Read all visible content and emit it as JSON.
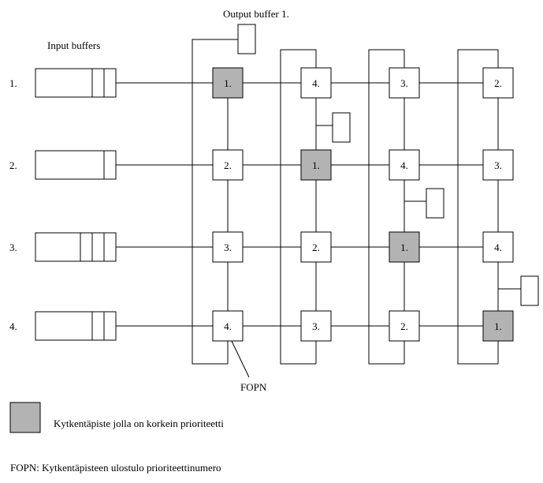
{
  "labels": {
    "output_buffer": "Output buffer 1.",
    "input_buffers": "Input buffers",
    "fopn": "FOPN",
    "legend_highlight": "Kytkentäpiste jolla on korkein prioriteetti",
    "legend_fopn": "FOPN: Kytkentäpisteen ulostulo prioriteettinumero"
  },
  "colors": {
    "highlight": "#b3b3b3",
    "line": "#000000",
    "background": "#ffffff"
  },
  "rows": [
    {
      "label": "1.",
      "buffer_slots": 2
    },
    {
      "label": "2.",
      "buffer_slots": 1
    },
    {
      "label": "3.",
      "buffer_slots": 3
    },
    {
      "label": "4.",
      "buffer_slots": 2
    }
  ],
  "grid": [
    [
      {
        "value": "1.",
        "highlight": true
      },
      {
        "value": "4.",
        "highlight": false
      },
      {
        "value": "3.",
        "highlight": false
      },
      {
        "value": "2.",
        "highlight": false
      }
    ],
    [
      {
        "value": "2.",
        "highlight": false
      },
      {
        "value": "1.",
        "highlight": true
      },
      {
        "value": "4.",
        "highlight": false
      },
      {
        "value": "3.",
        "highlight": false
      }
    ],
    [
      {
        "value": "3.",
        "highlight": false
      },
      {
        "value": "2.",
        "highlight": false
      },
      {
        "value": "1.",
        "highlight": true
      },
      {
        "value": "4.",
        "highlight": false
      }
    ],
    [
      {
        "value": "4.",
        "highlight": false
      },
      {
        "value": "3.",
        "highlight": false
      },
      {
        "value": "2.",
        "highlight": false
      },
      {
        "value": "1.",
        "highlight": true
      }
    ]
  ]
}
